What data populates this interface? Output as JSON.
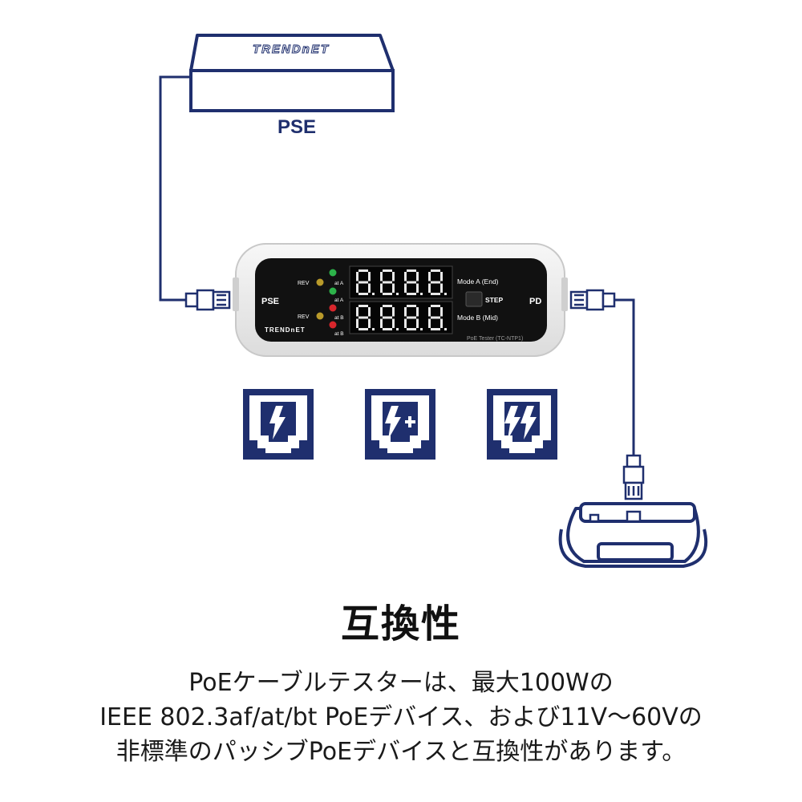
{
  "pse_box": {
    "brand": "TRENDnET",
    "label": "PSE"
  },
  "tester": {
    "brand": "TRENDnET",
    "port_left": "PSE",
    "port_right": "PD",
    "row_a": {
      "rev": "REV",
      "led_top": "at A",
      "led_mid": "at A",
      "mode": "Mode A (End)"
    },
    "row_b": {
      "rev": "REV",
      "led_top": "at B",
      "led_mid": "at B",
      "mode": "Mode B (Mid)"
    },
    "step_label": "STEP",
    "model": "PoE Tester (TC-NTP1)",
    "colors": {
      "body": "#ececec",
      "panel": "#111111",
      "led_green": "#2db34a",
      "led_red": "#d8262c",
      "led_amber": "#b99a2a"
    }
  },
  "icons": [
    {
      "name": "poe-standard-icon"
    },
    {
      "name": "poe-plus-icon"
    },
    {
      "name": "poe-plus-plus-icon"
    }
  ],
  "accent_color": "#1f2f6e",
  "heading": "互換性",
  "description": [
    "PoEケーブルテスターは、最大100Wの",
    "IEEE 802.3af/at/bt PoEデバイス、および11V～60Vの",
    "非標準のパッシブPoEデバイスと互換性があります。"
  ]
}
